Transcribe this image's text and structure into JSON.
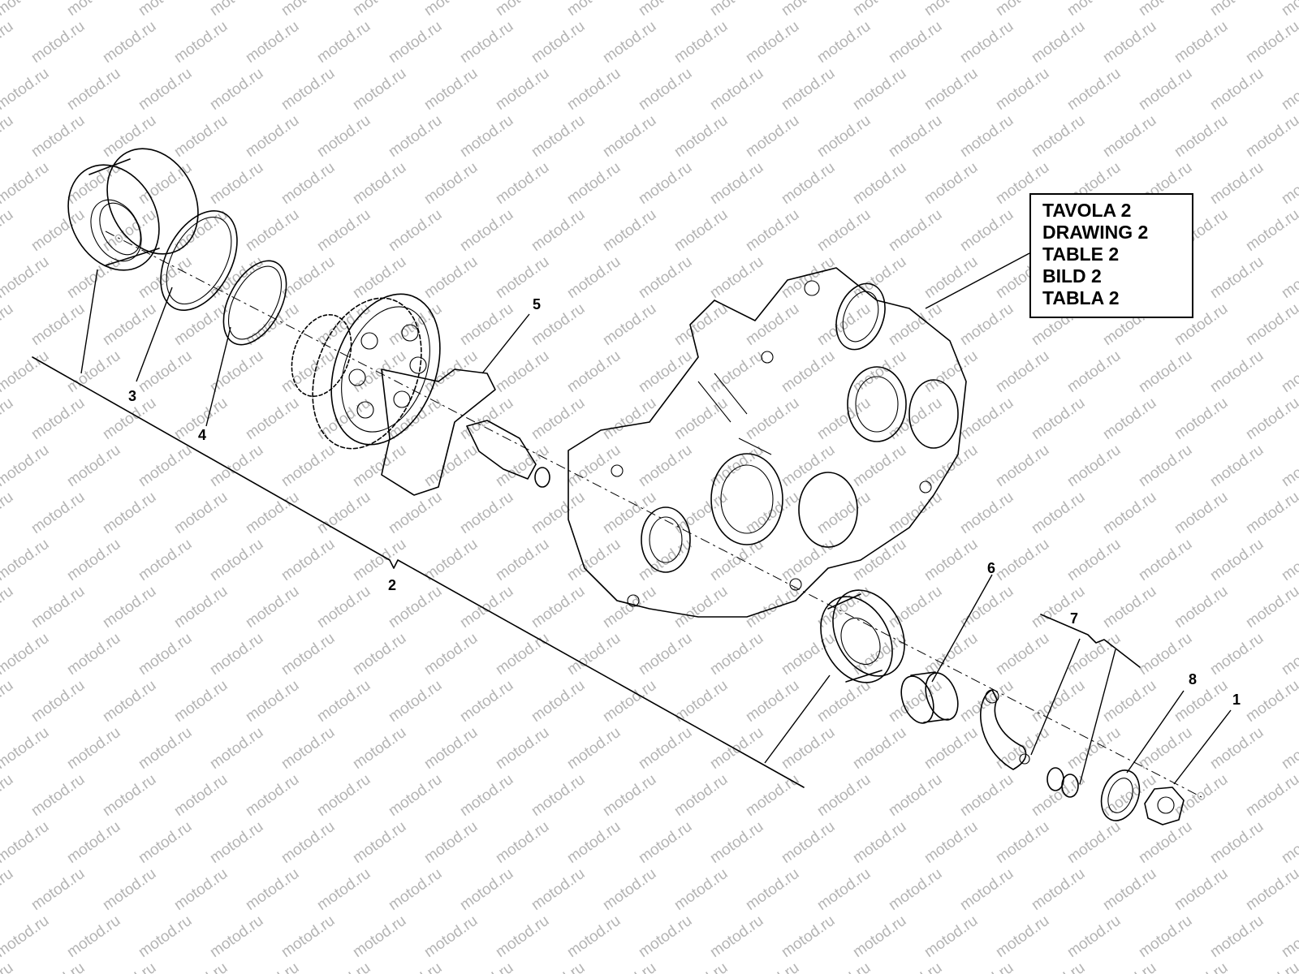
{
  "watermark": {
    "text": "motod.ru"
  },
  "reference_box": {
    "lines": [
      "TAVOLA 2",
      "DRAWING 2",
      "TABLE 2",
      "BILD 2",
      "TABLA 2"
    ]
  },
  "callouts": {
    "c1": "1",
    "c2": "2",
    "c3": "3",
    "c4": "4",
    "c5": "5",
    "c6": "6",
    "c7": "7",
    "c8": "8"
  },
  "colors": {
    "line": "#000000",
    "watermark": "#b4b4b4",
    "background": "#ffffff"
  }
}
